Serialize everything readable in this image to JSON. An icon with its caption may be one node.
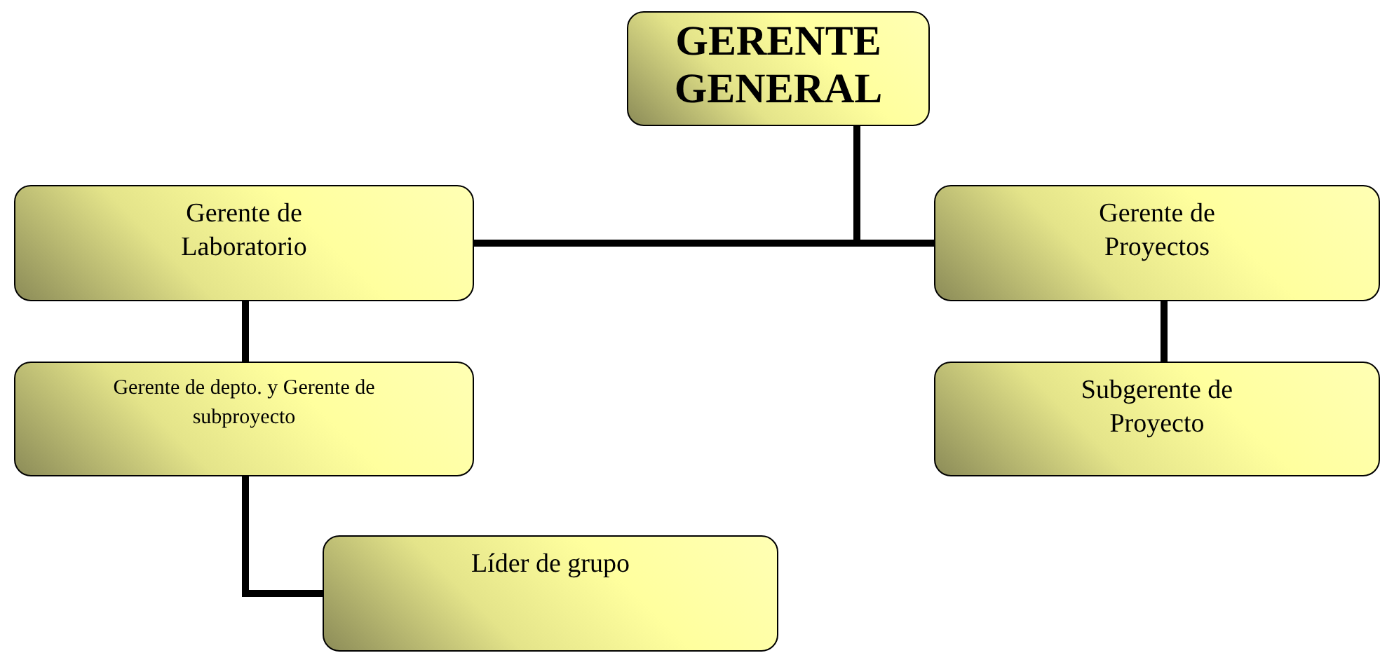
{
  "diagram": {
    "nodes": [
      {
        "text": [
          "GERENTE GENERAL"
        ]
      },
      {
        "text": [
          "Gerente de Laboratorio"
        ]
      },
      {
        "text": [
          "Gerente de Proyectos"
        ]
      },
      {
        "text": [
          "Gerente de depto. y Gerente de subproyecto"
        ]
      },
      {
        "text": [
          "Subgerente de Proyecto"
        ]
      },
      {
        "text": [
          "Líder de grupo"
        ]
      }
    ],
    "edges": [
      {
        "from": 0,
        "to": 1,
        "arrow": "none"
      },
      {
        "from": 0,
        "to": 2,
        "arrow": "none"
      },
      {
        "from": 1,
        "to": 3,
        "arrow": "none"
      },
      {
        "from": 2,
        "to": 4,
        "arrow": "none"
      },
      {
        "from": 3,
        "to": 5,
        "arrow": "none"
      }
    ]
  }
}
